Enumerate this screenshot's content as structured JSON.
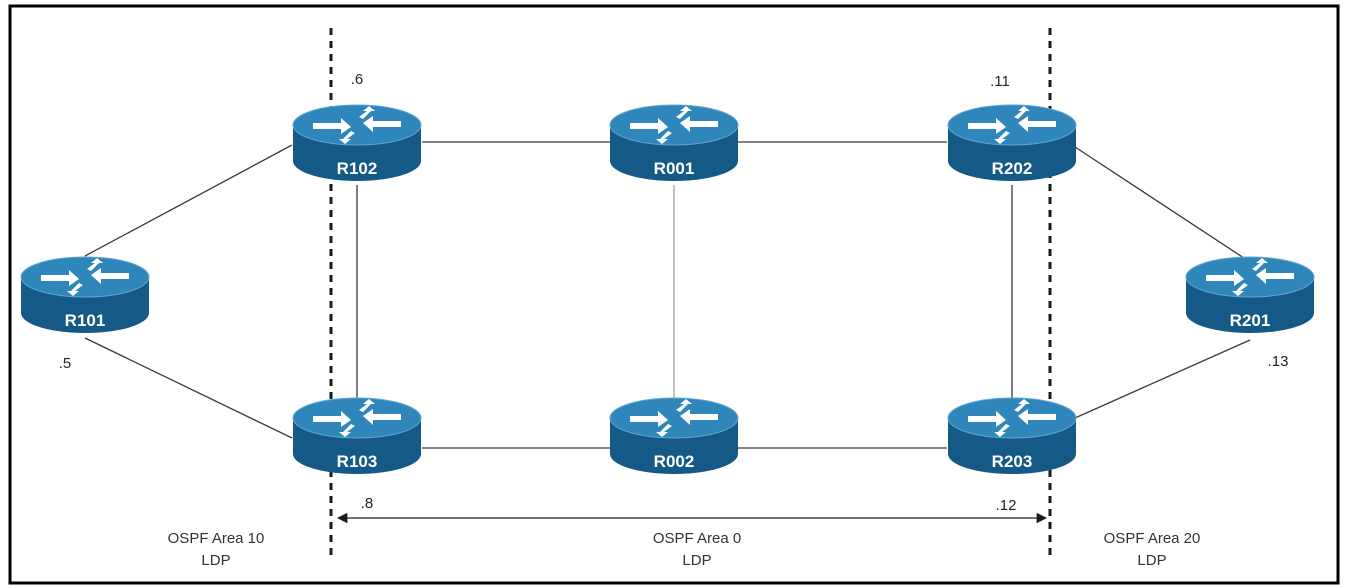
{
  "routers": [
    {
      "id": "R101",
      "label": "R101"
    },
    {
      "id": "R102",
      "label": "R102"
    },
    {
      "id": "R103",
      "label": "R103"
    },
    {
      "id": "R001",
      "label": "R001"
    },
    {
      "id": "R002",
      "label": "R002"
    },
    {
      "id": "R202",
      "label": "R202"
    },
    {
      "id": "R203",
      "label": "R203"
    },
    {
      "id": "R201",
      "label": "R201"
    }
  ],
  "addresses": {
    "r101": ".5",
    "r102": ".6",
    "r103": ".8",
    "r202": ".11",
    "r203": ".12",
    "r201": ".13"
  },
  "areas": {
    "area10": {
      "name": "OSPF Area 10",
      "protocol": "LDP"
    },
    "area0": {
      "name": "OSPF Area 0",
      "protocol": "LDP"
    },
    "area20": {
      "name": "OSPF Area 20",
      "protocol": "LDP"
    }
  },
  "links": [
    [
      "R101",
      "R102"
    ],
    [
      "R101",
      "R103"
    ],
    [
      "R102",
      "R103"
    ],
    [
      "R102",
      "R001"
    ],
    [
      "R103",
      "R002"
    ],
    [
      "R001",
      "R002"
    ],
    [
      "R001",
      "R202"
    ],
    [
      "R002",
      "R203"
    ],
    [
      "R202",
      "R203"
    ],
    [
      "R202",
      "R201"
    ],
    [
      "R203",
      "R201"
    ]
  ],
  "colors": {
    "router": "#1c6fa3",
    "router_top": "#2f86bb",
    "border": "#000000"
  }
}
